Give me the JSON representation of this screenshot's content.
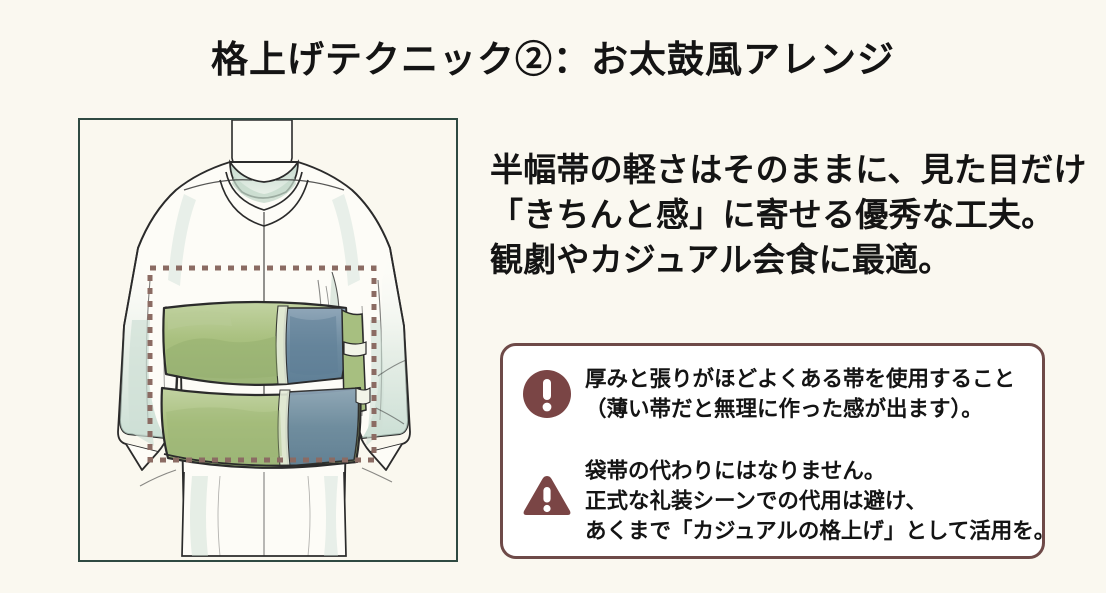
{
  "slide": {
    "background_color": "#faf8f0",
    "title": "格上げテクニック②：お太鼓風アレンジ"
  },
  "illustration": {
    "panel_border_color": "#2f4a42",
    "panel_background_color": "#faf8ef",
    "subject": "kimono-back-view-with-obi",
    "highlight_box_color": "#8b6b63",
    "obi_green_color": "#a8bd85",
    "obi_blue_color": "#6d8ba0",
    "kimono_line_color": "#2b2b2b",
    "kimono_wash_color": "#cfe0d6"
  },
  "body": {
    "line1": "半幅帯の軽さはそのままに、見た目だけ",
    "line2": "「きちんと感」に寄せる優秀な工夫。",
    "line3": "観劇やカジュアル会食に最適。"
  },
  "warnings": {
    "box_border_color": "#6e4a48",
    "box_background_color": "#ffffff",
    "icon_color": "#7a4545",
    "items": [
      {
        "icon": "exclamation-circle-icon",
        "line1": "厚みと張りがほどよくある帯を使用すること",
        "line2": "（薄い帯だと無理に作った感が出ます）。",
        "line3": ""
      },
      {
        "icon": "warning-triangle-icon",
        "line1": "袋帯の代わりにはなりません。",
        "line2": "正式な礼装シーンでの代用は避け、",
        "line3": "あくまで「カジュアルの格上げ」として活用を。"
      }
    ]
  }
}
